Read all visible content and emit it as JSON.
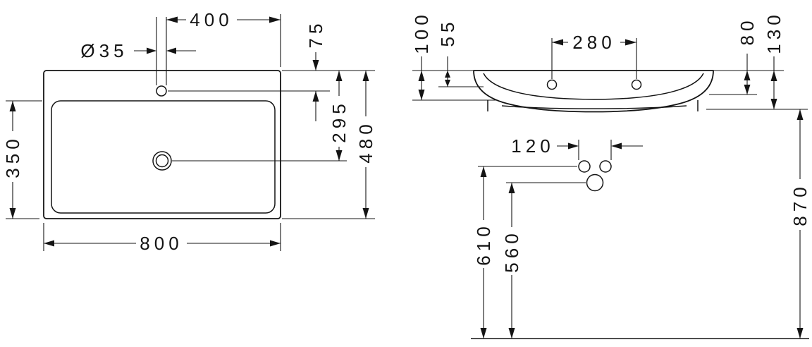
{
  "drawing": {
    "product": "washbasin technical dimension drawing",
    "line_color": "#141414",
    "background_color": "#ffffff",
    "top_view": {
      "dims": {
        "tap_to_edge": "400",
        "tap_hole_diameter": "Ø35",
        "rear_to_tap": "75",
        "rear_to_drain": "295",
        "overall_depth": "480",
        "bowl_depth": "350",
        "overall_width": "800"
      }
    },
    "side_view": {
      "dims": {
        "left_drop_outer": "100",
        "left_drop_inner": "55",
        "tap_hole_spacing": "280",
        "right_drop_inner": "80",
        "right_drop_outer": "130",
        "outlet_offset": "120",
        "outlet_height": "610",
        "trap_height": "560",
        "rim_height": "870"
      }
    }
  }
}
